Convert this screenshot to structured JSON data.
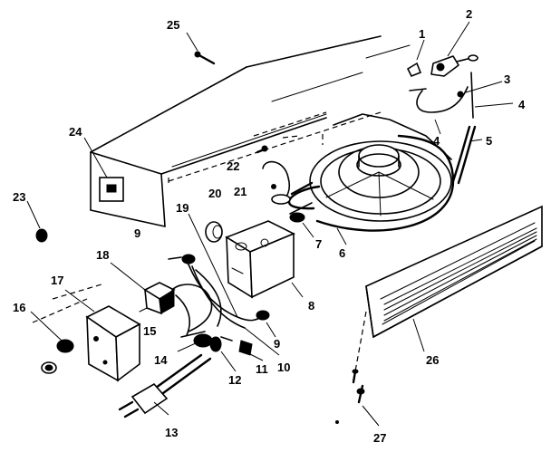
{
  "diagram": {
    "colors": {
      "ink": "#000000",
      "paper": "#ffffff"
    },
    "callouts": [
      {
        "id": "1",
        "text": "1"
      },
      {
        "id": "2",
        "text": "2"
      },
      {
        "id": "3",
        "text": "3"
      },
      {
        "id": "4a",
        "text": "4"
      },
      {
        "id": "4b",
        "text": "4"
      },
      {
        "id": "5",
        "text": "5"
      },
      {
        "id": "6",
        "text": "6"
      },
      {
        "id": "7",
        "text": "7"
      },
      {
        "id": "8",
        "text": "8"
      },
      {
        "id": "9a",
        "text": "9"
      },
      {
        "id": "9b",
        "text": "9"
      },
      {
        "id": "10",
        "text": "10"
      },
      {
        "id": "11",
        "text": "11"
      },
      {
        "id": "12",
        "text": "12"
      },
      {
        "id": "13",
        "text": "13"
      },
      {
        "id": "14",
        "text": "14"
      },
      {
        "id": "15",
        "text": "15"
      },
      {
        "id": "16",
        "text": "16"
      },
      {
        "id": "17",
        "text": "17"
      },
      {
        "id": "18",
        "text": "18"
      },
      {
        "id": "19",
        "text": "19"
      },
      {
        "id": "20",
        "text": "20"
      },
      {
        "id": "21",
        "text": "21"
      },
      {
        "id": "22",
        "text": "22"
      },
      {
        "id": "23",
        "text": "23"
      },
      {
        "id": "24",
        "text": "24"
      },
      {
        "id": "25",
        "text": "25"
      },
      {
        "id": "26",
        "text": "26"
      },
      {
        "id": "27",
        "text": "27"
      }
    ]
  }
}
